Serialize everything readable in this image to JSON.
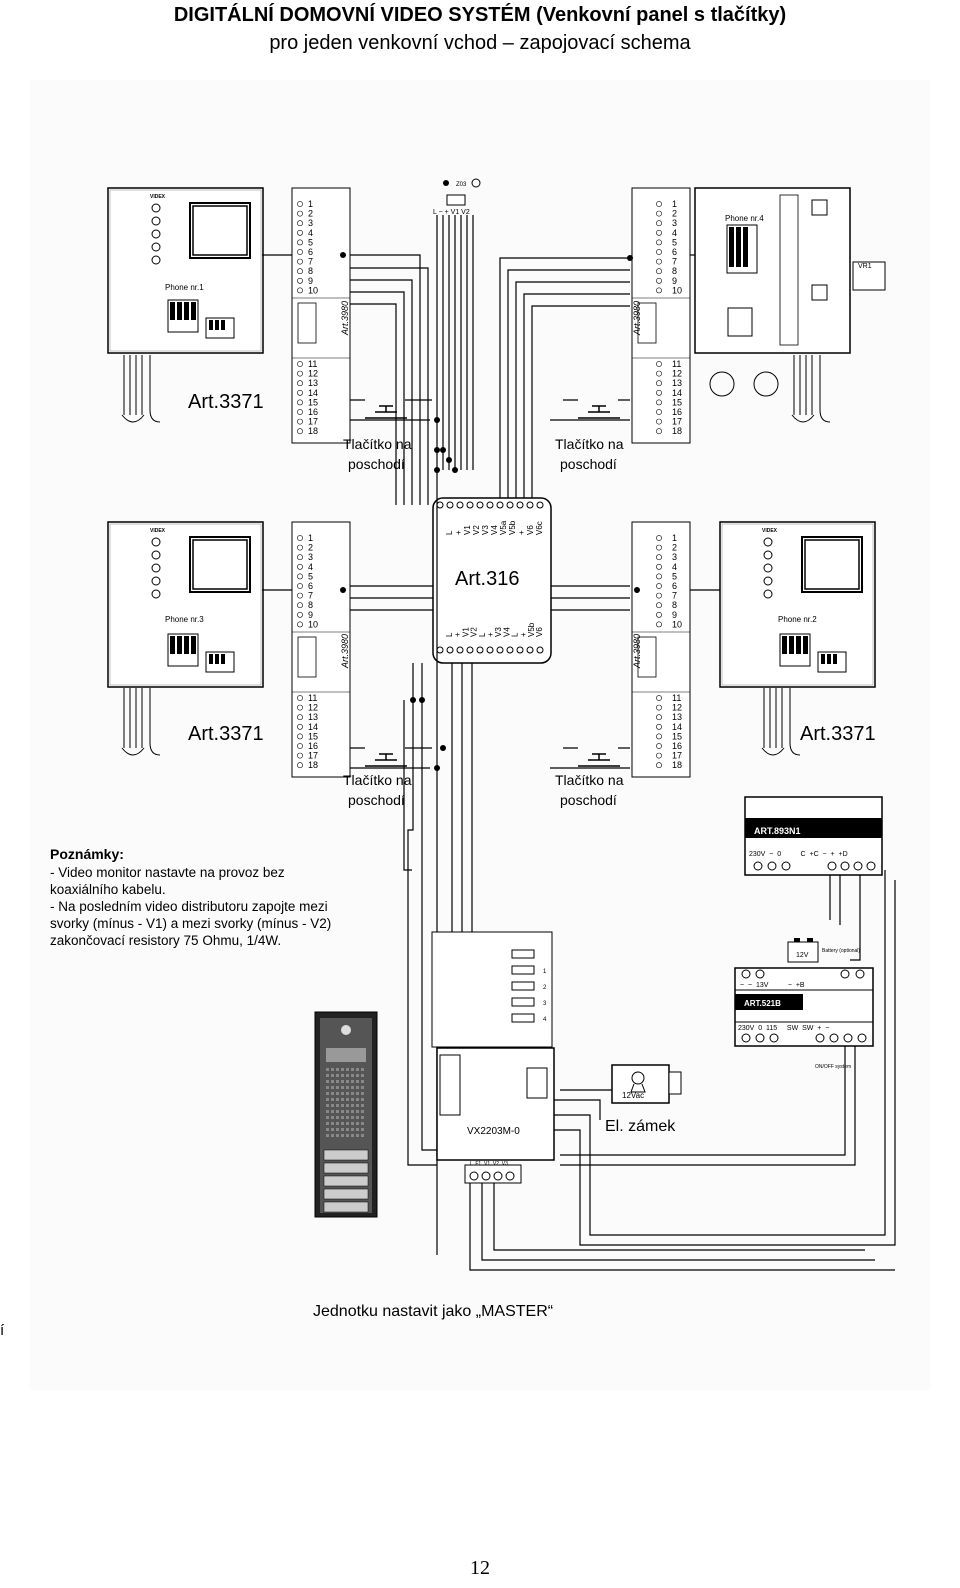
{
  "header": {
    "title": "DIGITÁLNÍ DOMOVNÍ VIDEO SYSTÉM (Venkovní panel s tlačítky)",
    "subtitle": "pro jeden venkovní vchod – zapojovací schema"
  },
  "monitors": [
    {
      "phone": "Phone nr.1",
      "model": "Art.3371",
      "brand": "VIDEX"
    },
    {
      "phone": "Phone nr.3",
      "model": "Art.3371",
      "brand": "VIDEX"
    },
    {
      "phone": "Phone nr.2",
      "model": "Art.3371",
      "brand": "VIDEX"
    },
    {
      "phone": "Phone nr.4"
    }
  ],
  "modules": {
    "art3980": "Art.3980",
    "art316": "Art.316",
    "vr": "VR1",
    "terminals": [
      "1",
      "2",
      "3",
      "4",
      "5",
      "6",
      "7",
      "8",
      "9",
      "10",
      "11",
      "12",
      "13",
      "14",
      "15",
      "16",
      "17",
      "18"
    ],
    "z03": "Z03",
    "top_terminals": "L  −  +  V1  V2",
    "dist_top_labels": [
      "L",
      "+",
      "V1",
      "V2",
      "V3",
      "V4",
      "V5a",
      "V5b",
      "+",
      "V6",
      "V6c"
    ],
    "dist_bot_labels": [
      "L",
      "+",
      "V1",
      "V2",
      "L",
      "+",
      "V3",
      "V4",
      "L",
      "+",
      "V5b",
      "V6"
    ]
  },
  "floor_buttons": [
    "Tlačítko na\nposchodí",
    "Tlačítko na\nposchodí",
    "Tlačítko na\nposchodí",
    "Tlačítko na\nposchodí"
  ],
  "notes": {
    "title": "Poznámky:",
    "lines": [
      "- Video monitor nastavte na provoz bez koaxiálního kabelu.",
      "- Na posledním video distributoru zapojte mezi svorky (mínus - V1) a mezi svorky (mínus - V2) zakončovací resistory 75 Ohmu, 1/4W."
    ]
  },
  "power": {
    "art893": "ART.893N1",
    "art893_terminals": "230V  ~  0          C  +C  −  +  +D",
    "art521": "ART.521B",
    "art521_top": "~  ~  13V          −  +B",
    "art521_bottom": "230V  0  115     SW  SW  +  −",
    "battery": "Battery (optional)",
    "battery_v": "12V",
    "onoff": "ON/OFF system",
    "lock_v": "12Vac",
    "lock_label": "El. zámek"
  },
  "controller": {
    "model": "VX2203M-0",
    "terminals": "L  F1  V1  V2  V3",
    "side_labels": [
      "1",
      "2",
      "3",
      "4"
    ]
  },
  "master_note": "Jednotku nastavit jako „MASTER“",
  "stray_mark": "í",
  "page_number": "12"
}
